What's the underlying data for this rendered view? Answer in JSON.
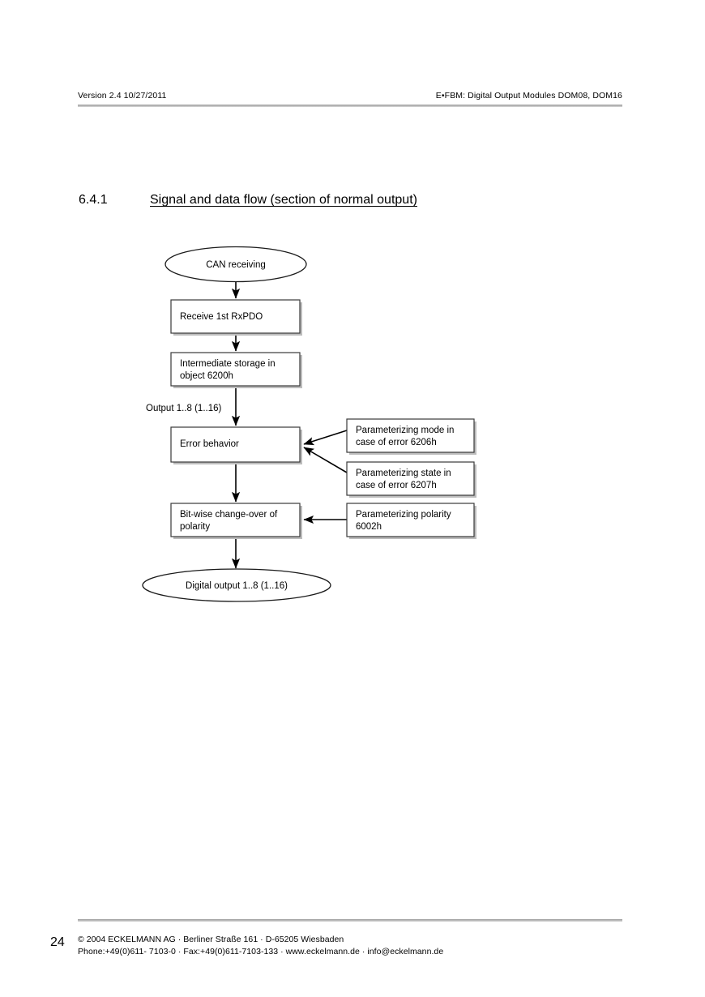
{
  "header": {
    "left": "Version 2.4  10/27/2011",
    "right": "E•FBM: Digital Output Modules DOM08, DOM16"
  },
  "section": {
    "number": "6.4.1",
    "title": "Signal and data flow (section of normal output)"
  },
  "diagram": {
    "nodes": {
      "start": "CAN receiving",
      "receive": "Receive 1st RxPDO",
      "storage_line1": "Intermediate storage in",
      "storage_line2": "object 6200h",
      "error_behavior": "Error behavior",
      "polarity_line1": "Bit-wise change-over of",
      "polarity_line2": "polarity",
      "end": "Digital output 1..8 (1..16)",
      "param_mode_line1": "Parameterizing mode in",
      "param_mode_line2": "case of error 6206h",
      "param_state_line1": "Parameterizing state in",
      "param_state_line2": "case of error 6207h",
      "param_polarity_line1": "Parameterizing polarity",
      "param_polarity_line2": "6002h"
    },
    "labels": {
      "output_range": "Output 1..8 (1..16)"
    }
  },
  "footer": {
    "page_number": "24",
    "line1": "©  2004 ECKELMANN AG · Berliner Straße 161 · D-65205 Wiesbaden",
    "line2": "Phone:+49(0)611- 7103-0 · Fax:+49(0)611-7103-133 · www.eckelmann.de · info@eckelmann.de"
  },
  "colors": {
    "rule": "#b5b5b5",
    "box_stroke": "#3a3a3a",
    "text": "#000000",
    "page_bg": "#ffffff"
  }
}
